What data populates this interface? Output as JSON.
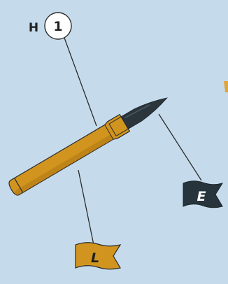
{
  "callout_letter": "H",
  "callout_number": "1",
  "flag_left_letter": "L",
  "flag_right_letter": "E",
  "colors": {
    "background": "#c5dbeb",
    "cartridge_brass": "#d1951f",
    "cartridge_brass_dark": "#a86f0f",
    "bullet_tip": "#2b353c",
    "flag_right": "#27343b",
    "flag_left": "#d1951f",
    "outline": "#2a2a2a",
    "accent_fragment": "#e0a43a"
  }
}
